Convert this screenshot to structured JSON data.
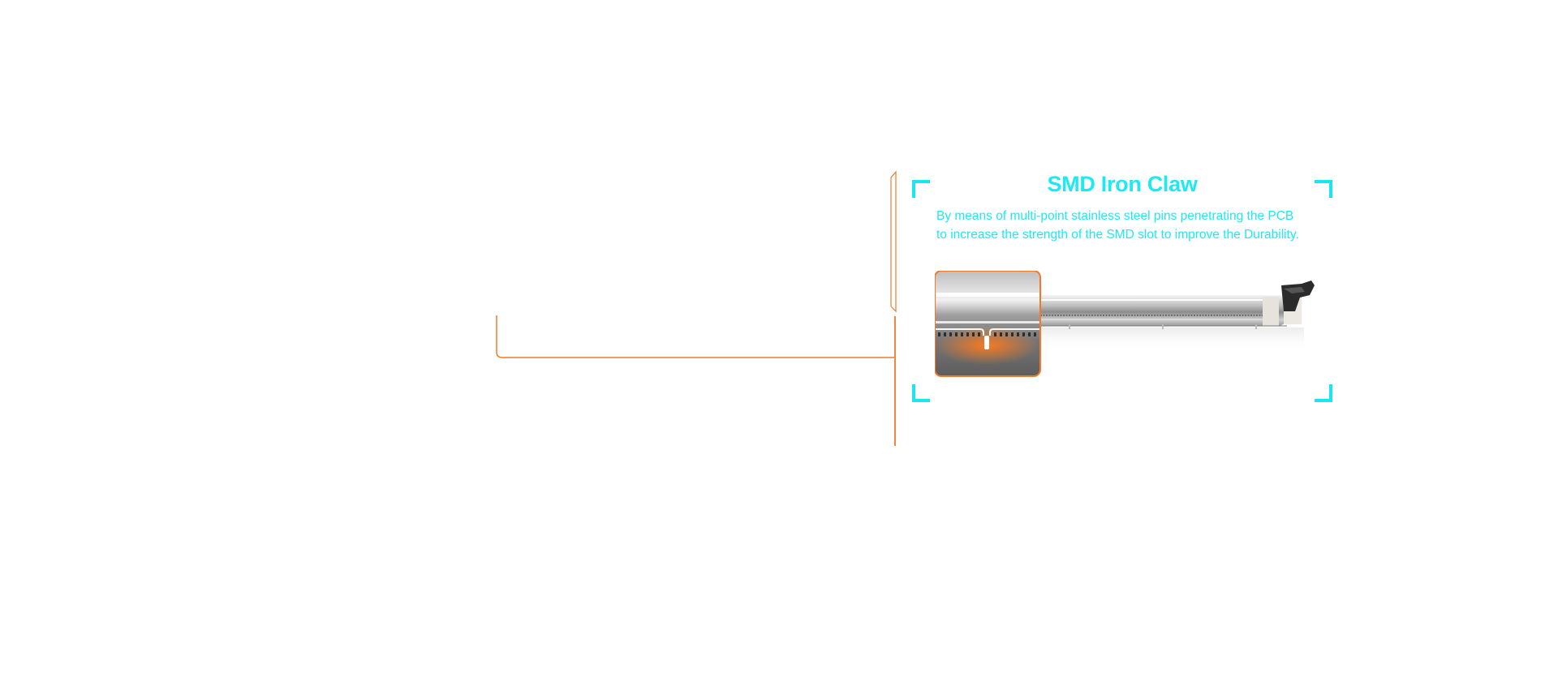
{
  "feature": {
    "title": "SMD Iron Claw",
    "description": "By means of multi-point stainless steel pins penetrating the PCB to increase the strength of the SMD slot to improve the Durability.",
    "image": "pcie-slot-with-steel-armor-closeup"
  },
  "colors": {
    "accent_cyan": "#19e6f0",
    "accent_orange": "#ef7a2d",
    "background": "#ffffff"
  }
}
